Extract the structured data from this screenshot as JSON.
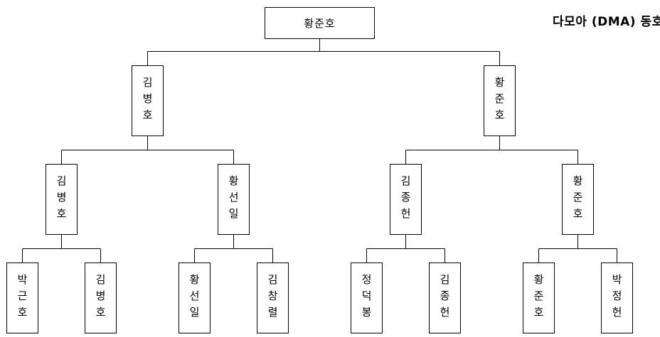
{
  "logo": {
    "text": "다모아 (DMA) 동호회"
  },
  "bracket": {
    "final": {
      "winner": "황준호"
    },
    "semifinals": [
      {
        "winner": "김병호"
      },
      {
        "winner": "황준호"
      }
    ],
    "quarterfinals": [
      {
        "winner": "김병호"
      },
      {
        "winner": "황선일"
      },
      {
        "winner": "김종헌"
      },
      {
        "winner": "황준호"
      }
    ],
    "round1": [
      {
        "name": "박근호"
      },
      {
        "name": "김병호"
      },
      {
        "name": "황선일"
      },
      {
        "name": "김창렬"
      },
      {
        "name": "정덕봉"
      },
      {
        "name": "김종헌"
      },
      {
        "name": "황준호"
      },
      {
        "name": "박정헌"
      }
    ]
  }
}
